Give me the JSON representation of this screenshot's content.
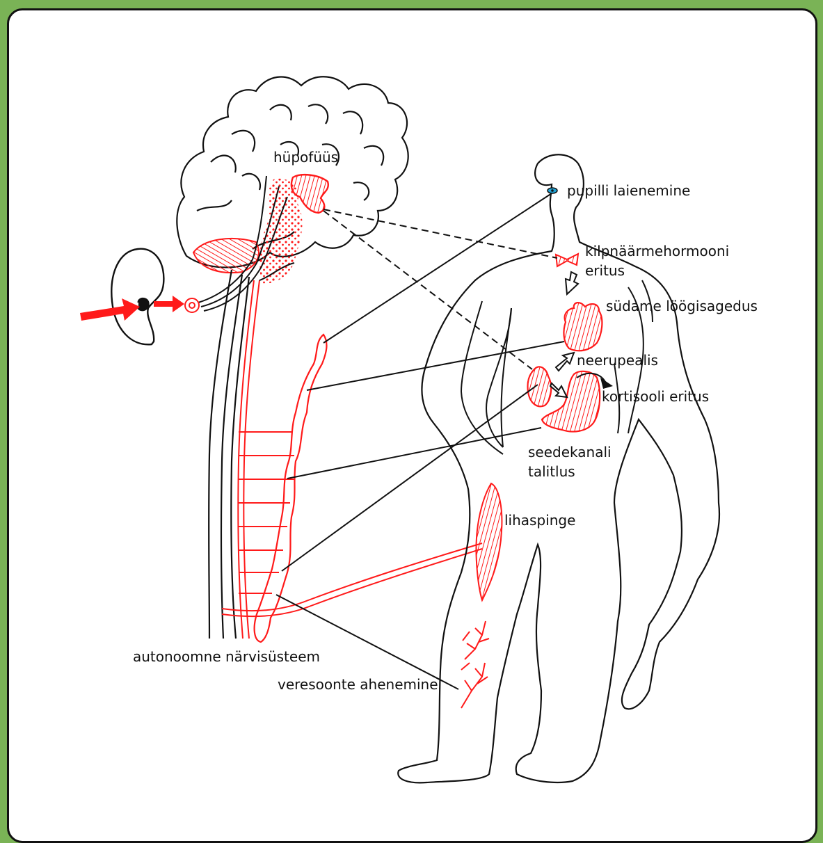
{
  "labels": {
    "hypophysis": "hüpofüüs",
    "pupil": "pupilli laienemine",
    "thyroid_line1": "kilpnäärmehormooni",
    "thyroid_line2": "eritus",
    "heart_rate": "südame löögisagedus",
    "adrenal": "neerupealis",
    "cortisol": "kortisooli eritus",
    "digestion_line1": "seedekanali",
    "digestion_line2": "talitlus",
    "muscle": "lihaspinge",
    "autonomic": "autonoomne närvisüsteem",
    "vasoconstriction": "veresoonte ahenemine"
  },
  "colors": {
    "background_green": "#7ab356",
    "panel": "#ffffff",
    "outline": "#111111",
    "highlight_red": "#ff1a1a",
    "pupil_blue": "#1fa3d6"
  },
  "icons": {
    "stimulus_arrow": "red-arrow-icon",
    "hormone_arrow": "hollow-arrow-icon"
  }
}
